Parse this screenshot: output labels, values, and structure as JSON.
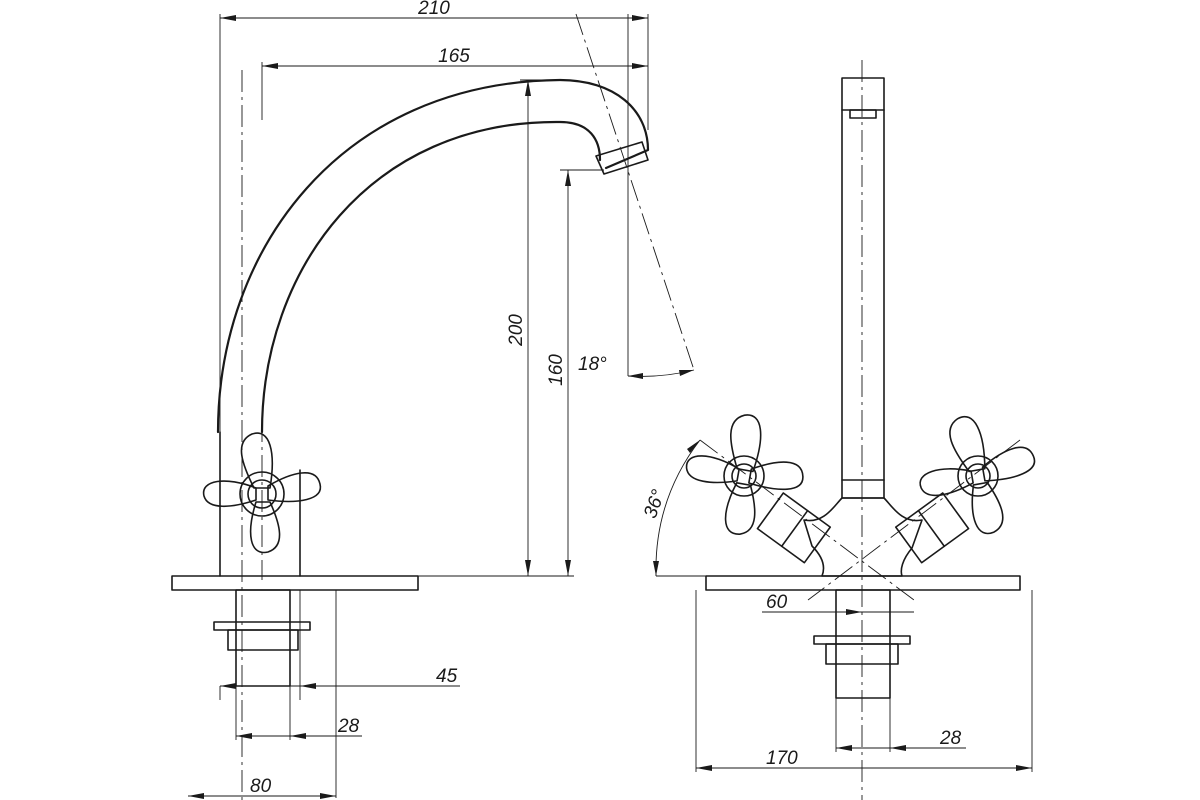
{
  "dimensions": {
    "d210": "210",
    "d165": "165",
    "d200": "200",
    "d160": "160",
    "angle_spout": "18°",
    "angle_handles": "36°",
    "d60": "60",
    "d45": "45",
    "d28_left": "28",
    "d80": "80",
    "d170": "170",
    "d28_right": "28"
  }
}
